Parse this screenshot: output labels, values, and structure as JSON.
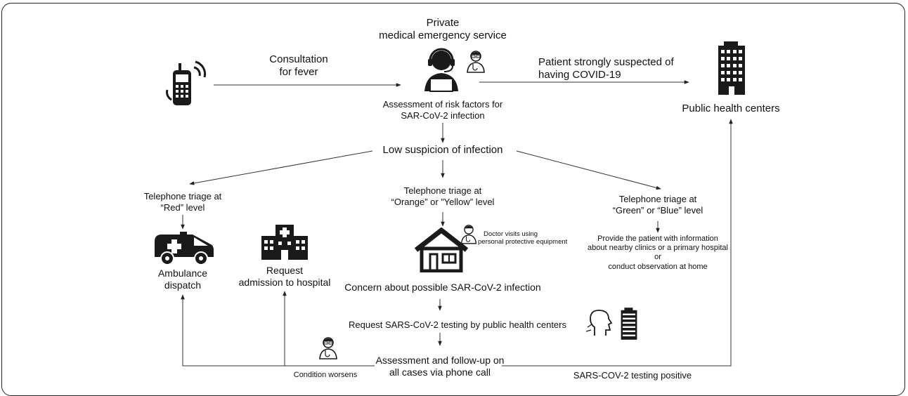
{
  "nodes": {
    "private_service": [
      "Private",
      "medical emergency service"
    ],
    "consultation": [
      "Consultation",
      "for fever"
    ],
    "strongly_suspected": [
      "Patient strongly suspected of",
      "having COVID-19"
    ],
    "public_centers": "Public health centers",
    "risk_assessment": [
      "Assessment of risk factors for",
      "SAR-CoV-2 infection"
    ],
    "low_suspicion": "Low suspicion of infection",
    "triage_red": [
      "Telephone triage at",
      "“Red” level"
    ],
    "triage_orange": [
      "Telephone triage at",
      "“Orange” or ”Yellow” level"
    ],
    "triage_green": [
      "Telephone triage at",
      "“Green” or “Blue” level"
    ],
    "ambulance": [
      "Ambulance",
      "dispatch"
    ],
    "admission": [
      "Request",
      "admission to hospital"
    ],
    "doctor_visits": [
      "Doctor visits using",
      "personal protective equipment"
    ],
    "provide_info": [
      "Provide the patient with information",
      "about nearby clinics or a primary hospital",
      "or",
      "conduct observation at home"
    ],
    "concern": "Concern about possible SAR-CoV-2 infection",
    "request_testing": "Request SARS-CoV-2 testing by public health centers",
    "followup": [
      "Assessment and follow-up on",
      "all cases via phone call"
    ],
    "condition_worsens": "Condition worsens",
    "testing_positive": "SARS-COV-2 testing positive"
  },
  "icons": [
    "mobile-phone-icon",
    "call-operator-icon",
    "doctor-icon",
    "office-building-icon",
    "ambulance-icon",
    "hospital-icon",
    "house-icon",
    "speaking-head-icon"
  ]
}
